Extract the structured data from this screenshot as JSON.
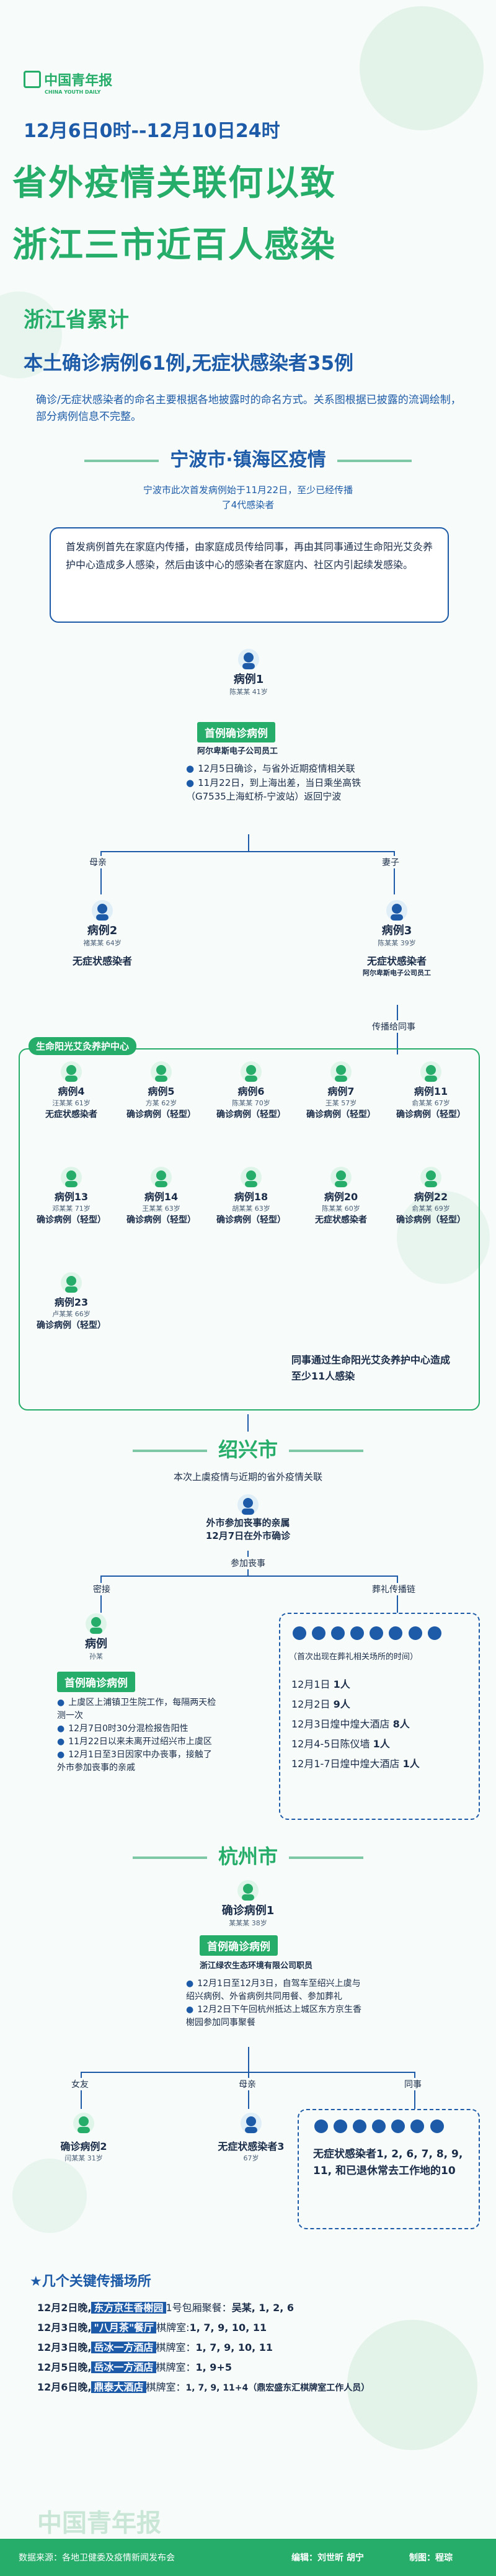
{
  "header": {
    "logo_cn": "中国青年报",
    "logo_en": "CHINA YOUTH DAILY",
    "date_range": "12月6日0时--12月10日24时",
    "title_line1": "省外疫情关联何以致",
    "title_line2": "浙江三市近百人感染",
    "cumulative_label": "浙江省累计",
    "cumulative_stats": "本土确诊病例61例,无症状感染者35例",
    "intro_note": "确诊/无症状感染者的命名主要根据各地披露时的命名方式。关系图根据已披露的流调绘制，部分病例信息不完整。"
  },
  "ningbo": {
    "title": "宁波市·镇海区疫情",
    "summary": "宁波市此次首发病例始于11月22日，至少已经传播了4代感染者",
    "infobox": "首发病例首先在家庭内传播，由家庭成员传给同事，再由其同事通过生命阳光艾灸养护中心造成多人感染，然后由该中心的感染者在家庭内、社区内引起续发感染。",
    "case1": {
      "name": "病例1",
      "person": "陈某某",
      "age": "41岁",
      "status": "首例确诊病例",
      "work": "阿尔卑斯电子公司员工"
    },
    "case1_bullets": [
      "12月5日确诊，与省外近期疫情相关联",
      "11月22日，到上海出差，当日乘坐高铁（G7535上海虹桥-宁波站）返回宁波"
    ],
    "rel_mother": "母亲",
    "rel_wife": "妻子",
    "case2": {
      "name": "病例2",
      "person": "褚某某",
      "age": "64岁",
      "status": "无症状感染者"
    },
    "case3": {
      "name": "病例3",
      "person": "陈某某",
      "age": "39岁",
      "status": "无症状感染者",
      "work": "阿尔卑斯电子公司员工"
    },
    "spread_label": "传播给同事",
    "center_label": "生命阳光艾灸养护中心",
    "grid_cases": [
      {
        "name": "病例4",
        "person": "汪某某",
        "age": "61岁",
        "status": "无症状感染者"
      },
      {
        "name": "病例5",
        "person": "方某",
        "age": "62岁",
        "status": "确诊病例（轻型）"
      },
      {
        "name": "病例6",
        "person": "陈某某",
        "age": "70岁",
        "status": "确诊病例（轻型）"
      },
      {
        "name": "病例7",
        "person": "王某",
        "age": "57岁",
        "status": "确诊病例（轻型）"
      },
      {
        "name": "病例11",
        "person": "俞某某",
        "age": "67岁",
        "status": "确诊病例（轻型）"
      },
      {
        "name": "病例13",
        "person": "邓某某",
        "age": "71岁",
        "status": "确诊病例（轻型）"
      },
      {
        "name": "病例14",
        "person": "王某某",
        "age": "63岁",
        "status": "确诊病例（轻型）"
      },
      {
        "name": "病例18",
        "person": "胡某某",
        "age": "63岁",
        "status": "确诊病例（轻型）"
      },
      {
        "name": "病例20",
        "person": "陈某某",
        "age": "60岁",
        "status": "无症状感染者"
      },
      {
        "name": "病例22",
        "person": "俞某某",
        "age": "69岁",
        "status": "确诊病例（轻型）"
      },
      {
        "name": "病例23",
        "person": "卢某某",
        "age": "66岁",
        "status": "确诊病例（轻型）"
      }
    ],
    "center_note": "同事通过生命阳光艾灸养护中心造成至少11人感染"
  },
  "shaoxing": {
    "title": "绍兴市",
    "summary": "本次上虞疫情与近期的省外疫情关联",
    "origin_line1": "外市参加丧事的亲属",
    "origin_line2": "12月7日在外市确诊",
    "attend_label": "参加丧事",
    "rel_close": "密接",
    "rel_funeral": "葬礼传播链",
    "case": {
      "name": "病例",
      "person": "孙某",
      "status": "首例确诊病例"
    },
    "case_bullets": [
      "上虞区上浦镇卫生院工作，每隔两天检测一次",
      "12月7日0时30分混检报告阳性",
      "11月22日以来未离开过绍兴市上虞区",
      "12月1日至3日因家中办丧事，接触了外市参加丧事的亲戚"
    ],
    "funeral_note": "（首次出现在葬礼相关场所的时间）",
    "funeral_list": [
      {
        "date": "12月1日",
        "count": "1人"
      },
      {
        "date": "12月2日",
        "count": "9人"
      },
      {
        "date": "12月3日煌中煌大酒店",
        "count": "8人"
      },
      {
        "date": "12月4-5日陈仪墙",
        "count": "1人"
      },
      {
        "date": "12月1-7日煌中煌大酒店",
        "count": "1人"
      }
    ]
  },
  "hangzhou": {
    "title": "杭州市",
    "case1": {
      "name": "确诊病例1",
      "person": "某某某",
      "age": "38岁",
      "status": "首例确诊病例",
      "work": "浙江绿农生态环境有限公司职员"
    },
    "case1_bullets": [
      "12月1日至12月3日，自驾车至绍兴上虞与绍兴病例、外省病例共同用餐、参加葬礼",
      "12月2日下午回杭州抵达上城区东方京生香榭园参加同事聚餐"
    ],
    "rel_friend": "女友",
    "rel_mother": "母亲",
    "rel_colleague": "同事",
    "case2": {
      "name": "确诊病例2",
      "person": "闫某某",
      "age": "31岁"
    },
    "case3": {
      "name": "无症状感染者3",
      "age": "67岁"
    },
    "colleague_note": "无症状感染者1, 2, 6, 7, 8, 9, 11, 和已退休常去工作地的10"
  },
  "places": {
    "title": "★几个关键传播场所",
    "items": [
      {
        "date": "12月2日晚,",
        "place": "东方京生香榭园",
        "desc": "1号包厢聚餐：",
        "cases": "吴某, 1, 2, 6"
      },
      {
        "date": "12月3日晚,",
        "place": "\"八月茶\"餐厅",
        "desc": "棋牌室:",
        "cases": "1, 7, 9, 10, 11"
      },
      {
        "date": "12月3日晚,",
        "place": "岳冰一方酒店",
        "desc": "棋牌室：",
        "cases": "1, 7, 9, 10, 11"
      },
      {
        "date": "12月5日晚,",
        "place": "岳冰一方酒店",
        "desc": "棋牌室：",
        "cases": "1, 9+5"
      },
      {
        "date": "12月6日晚,",
        "place": "鼎泰大酒店",
        "desc": "棋牌室：",
        "cases": "1, 7, 9, 11+4（鼎宏盛东汇棋牌室工作人员）"
      }
    ]
  },
  "footer": {
    "source": "数据来源：各地卫健委及疫情新闻发布会",
    "editor": "编辑：刘世昕 胡宁",
    "maker": "制图：程琮",
    "watermark": "中国青年报"
  },
  "colors": {
    "green": "#27ad6a",
    "blue": "#1d5ba8",
    "navy": "#1a2c48"
  }
}
